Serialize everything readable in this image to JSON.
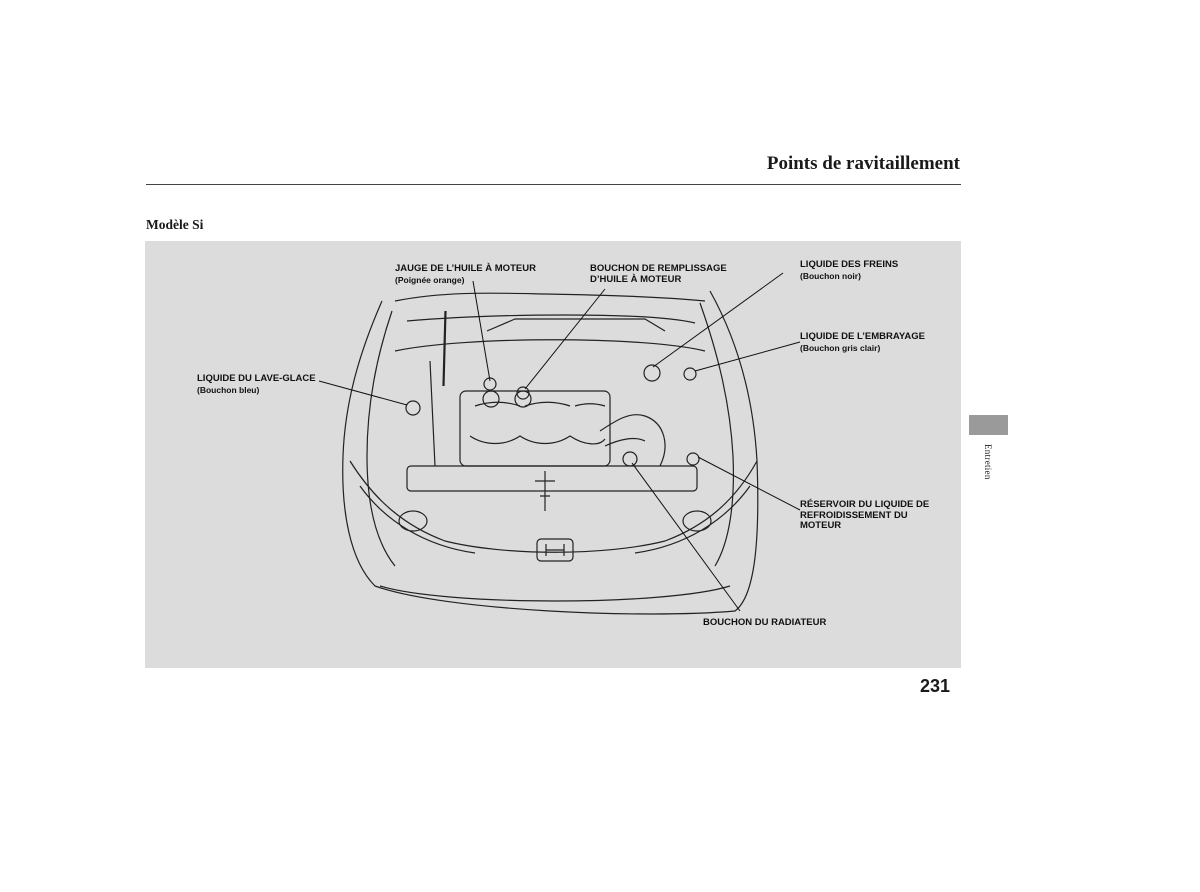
{
  "header": {
    "title": "Points de ravitaillement",
    "section_label": "Modèle Si"
  },
  "figure": {
    "callouts": {
      "oil_dipstick": {
        "main": "JAUGE DE L’HUILE À MOTEUR",
        "sub": "(Poignée orange)"
      },
      "oil_filler": {
        "main_line1": "BOUCHON DE REMPLISSAGE",
        "main_line2": "D’HUILE À MOTEUR"
      },
      "brake_fluid": {
        "main": "LIQUIDE DES FREINS",
        "sub": "(Bouchon noir)"
      },
      "clutch_fluid": {
        "main": "LIQUIDE DE L’EMBRAYAGE",
        "sub": "(Bouchon gris clair)"
      },
      "washer_fluid": {
        "main": "LIQUIDE DU LAVE-GLACE",
        "sub": "(Bouchon bleu)"
      },
      "coolant_reservoir": {
        "line1": "RÉSERVOIR DU LIQUIDE DE",
        "line2": "REFROIDISSEMENT DU",
        "line3": "MOTEUR"
      },
      "radiator_cap": {
        "main": "BOUCHON DU RADIATEUR"
      }
    }
  },
  "footer": {
    "page_number": "231",
    "side_tab_label": "Entretien"
  }
}
